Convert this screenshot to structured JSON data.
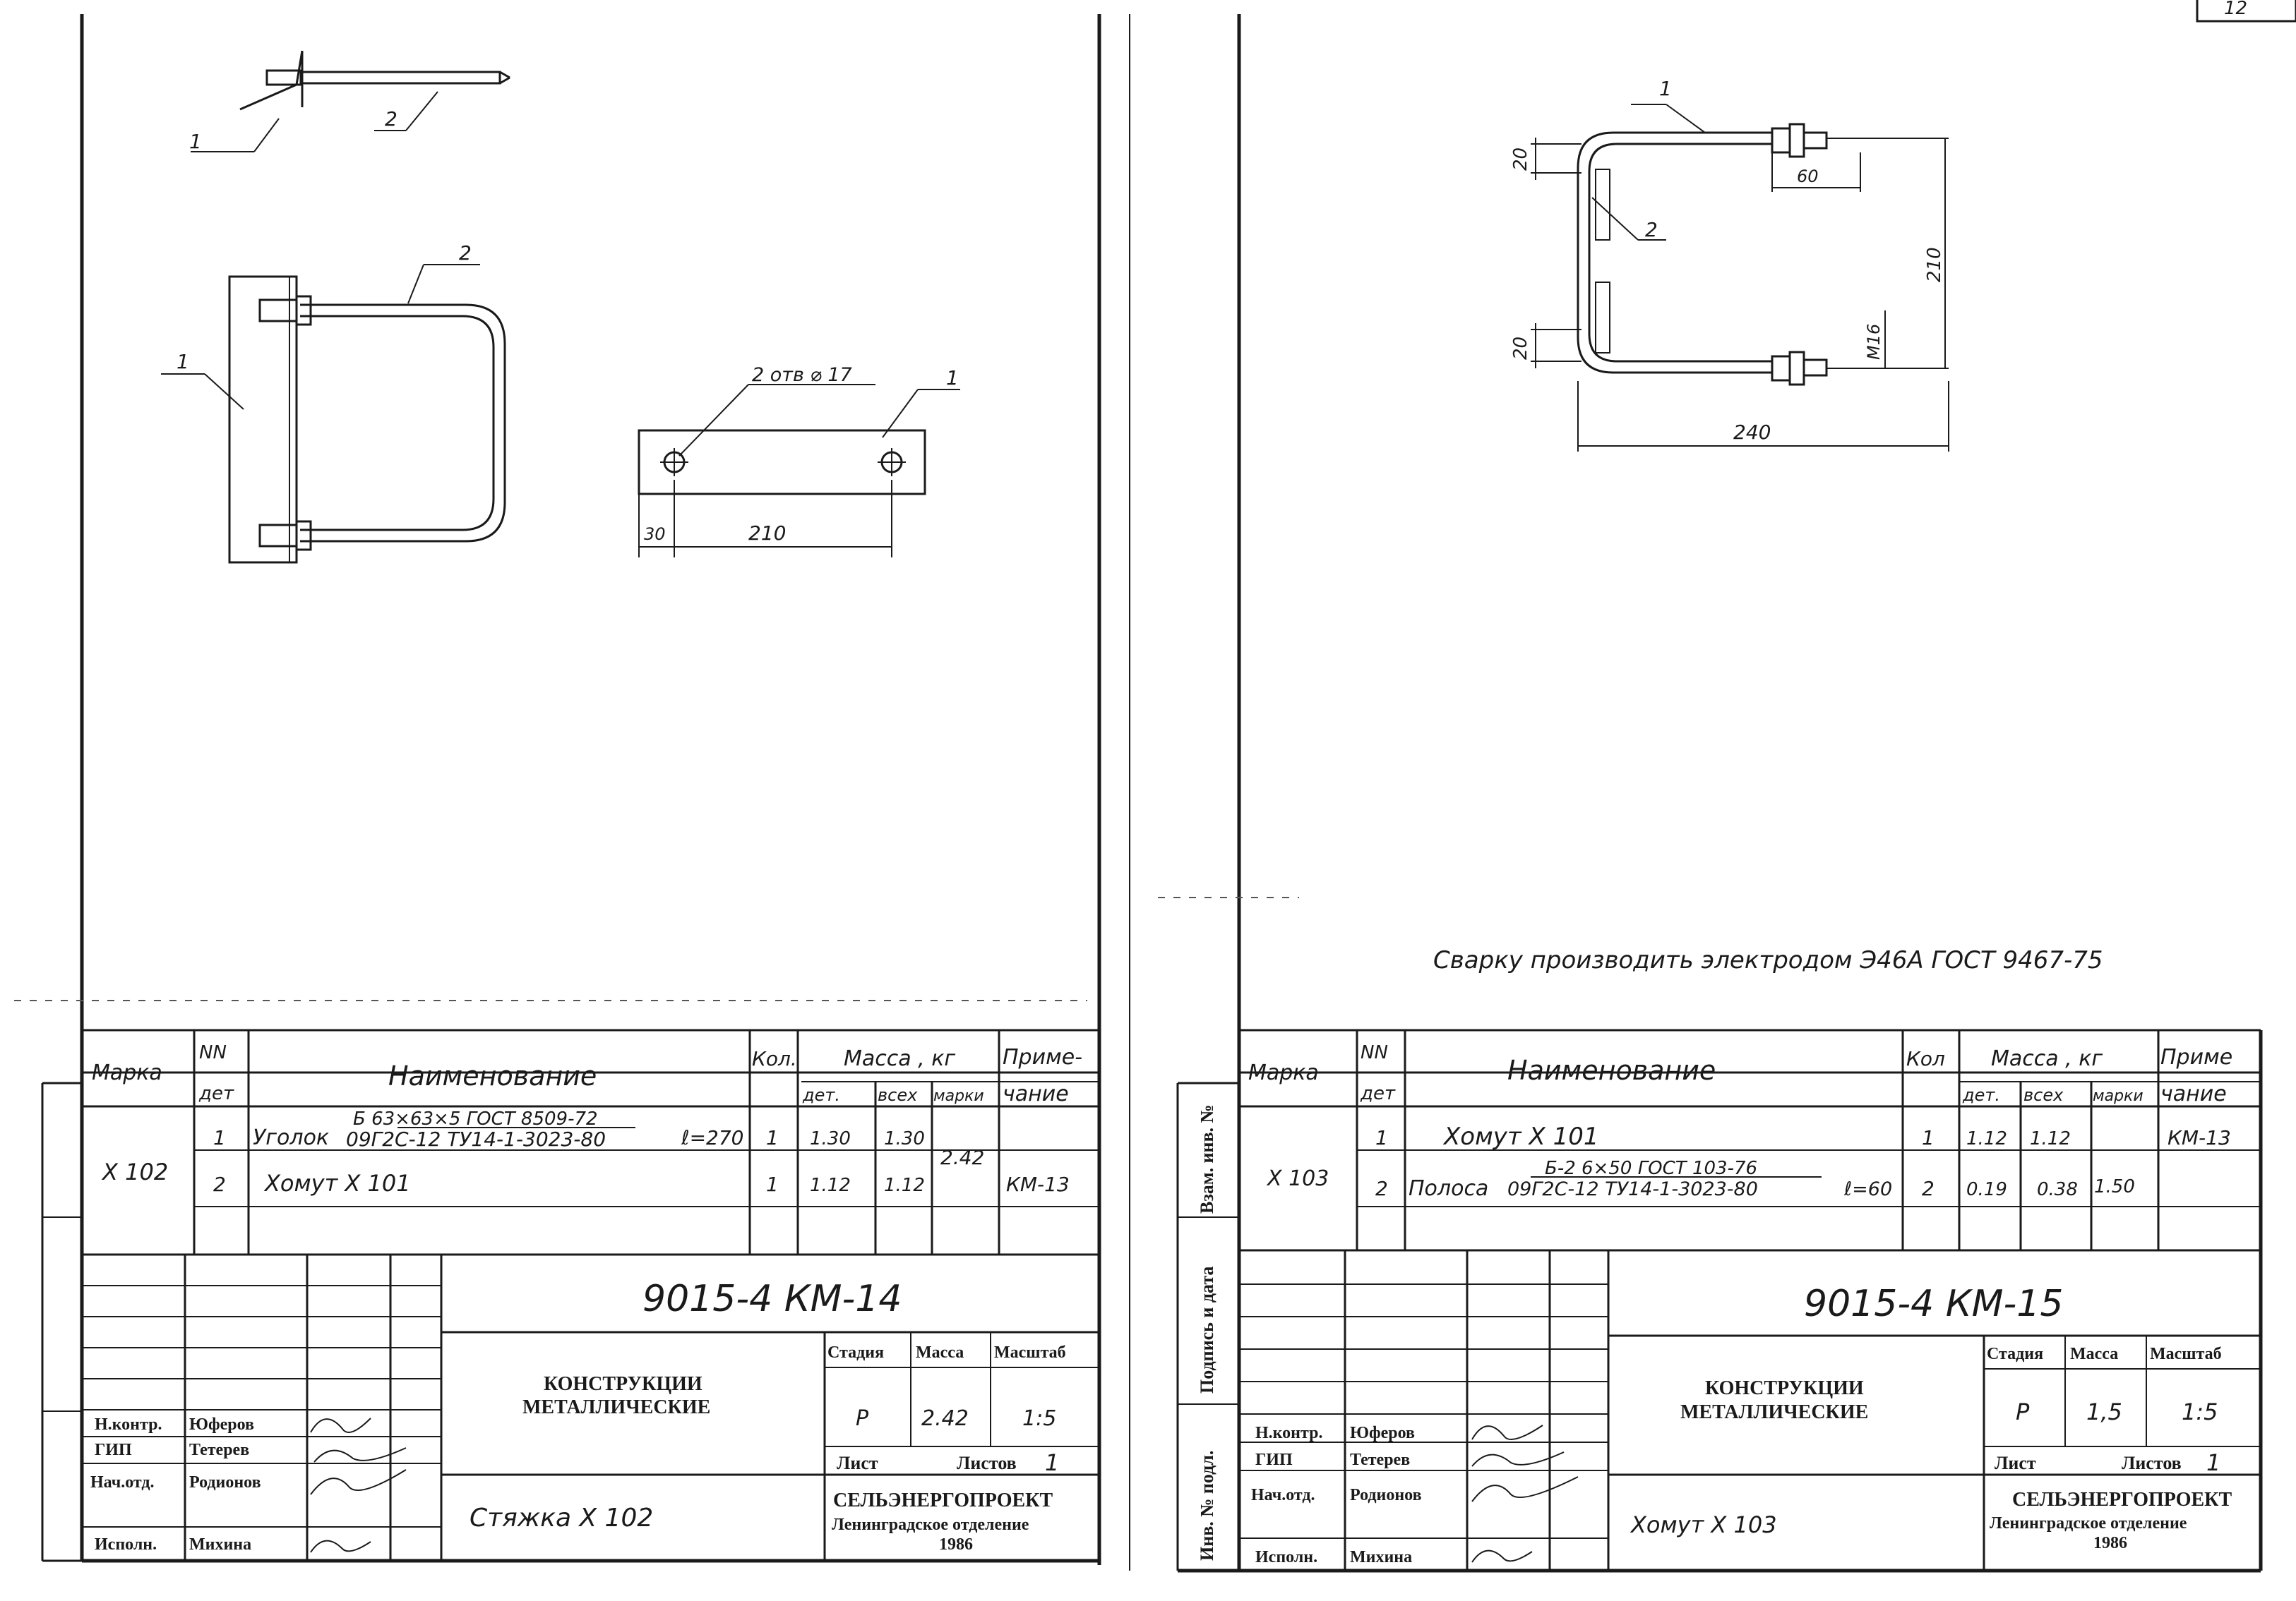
{
  "page_corner": {
    "number": "12"
  },
  "left_sheet": {
    "fig_top": {
      "callout_1": "1",
      "callout_2": "2"
    },
    "fig_front": {
      "callout_1": "1",
      "callout_2": "2"
    },
    "fig_plate": {
      "holes": "2 отв ⌀ 17",
      "callout_1": "1",
      "dim_30": "30",
      "dim_210": "210"
    },
    "spec": {
      "headers": {
        "marka": "Марка",
        "nn": "NN",
        "det_label": "дет",
        "name": "Наименование",
        "qty": "Кол.",
        "mass": "Масса , кг",
        "mass_det": "дет.",
        "mass_all": "всех",
        "mass_mark": "марки",
        "note1": "Приме-",
        "note2": "чание"
      },
      "mark": "Х 102",
      "mark_mass": "2.42",
      "rows": [
        {
          "nn": "1",
          "name_pre": "Уголок",
          "name_top": "Б 63×63×5  ГОСТ 8509-72",
          "name_bottom": "09Г2С-12  ТУ14-1-3023-80",
          "name_suffix": "ℓ=270",
          "qty": "1",
          "m_det": "1.30",
          "m_all": "1.30",
          "note": ""
        },
        {
          "nn": "2",
          "name": "Хомут  Х 101",
          "qty": "1",
          "m_det": "1.12",
          "m_all": "1.12",
          "note": "КМ-13"
        }
      ]
    },
    "title": {
      "code": "9015-4 КМ-14",
      "header": {
        "stage": "Стадия",
        "mass": "Масса",
        "scale": "Масштаб"
      },
      "stage": "Р",
      "mass": "2.42",
      "scale": "1:5",
      "sheet": "Лист",
      "sheets": "Листов",
      "sheets_count": "1",
      "construction1": "КОНСТРУКЦИИ",
      "construction2": "МЕТАЛЛИЧЕСКИЕ",
      "name": "Стяжка  Х 102",
      "org1": "СЕЛЬЭНЕРГОПРОЕКТ",
      "org2": "Ленинградское отделение",
      "year": "1986",
      "staff": [
        {
          "role": "Н.контр.",
          "name": "Юферов"
        },
        {
          "role": "ГИП",
          "name": "Тетерев"
        },
        {
          "role": "Нач.отд.",
          "name": "Родионов"
        },
        {
          "role": "Исполн.",
          "name": "Михина"
        }
      ]
    }
  },
  "right_sheet": {
    "fig_clamp": {
      "callout_1": "1",
      "callout_2": "2",
      "dim_20a": "20",
      "dim_60": "60",
      "dim_210": "210",
      "dim_20b": "20",
      "dim_m16": "М16",
      "dim_240": "240"
    },
    "note": "Сварку производить электродом Э46А ГОСТ 9467-75",
    "stamp_side": [
      "Инв. № подл.",
      "Подпись и дата",
      "Взам. инв. №"
    ],
    "spec": {
      "headers": {
        "marka": "Марка",
        "nn": "NN",
        "det_label": "дет",
        "name": "Наименование",
        "qty": "Кол",
        "mass": "Масса , кг",
        "mass_det": "дет.",
        "mass_all": "всех",
        "mass_mark": "марки",
        "note1": "Приме",
        "note2": "чание"
      },
      "mark": "Х 103",
      "mark_mass": "1.50",
      "rows": [
        {
          "nn": "1",
          "name": "Хомут  Х 101",
          "qty": "1",
          "m_det": "1.12",
          "m_all": "1.12",
          "note": "КМ-13"
        },
        {
          "nn": "2",
          "name_pre": "Полоса",
          "name_top": "Б-2   6×50  ГОСТ 103-76",
          "name_bottom": "09Г2С-12  ТУ14-1-3023-80",
          "name_suffix": "ℓ=60",
          "qty": "2",
          "m_det": "0.19",
          "m_all": "0.38",
          "note": ""
        }
      ]
    },
    "title": {
      "code": "9015-4 КМ-15",
      "header": {
        "stage": "Стадия",
        "mass": "Масса",
        "scale": "Масштаб"
      },
      "stage": "Р",
      "mass": "1,5",
      "scale": "1:5",
      "sheet": "Лист",
      "sheets": "Листов",
      "sheets_count": "1",
      "construction1": "КОНСТРУКЦИИ",
      "construction2": "МЕТАЛЛИЧЕСКИЕ",
      "name": "Хомут  Х 103",
      "org1": "СЕЛЬЭНЕРГОПРОЕКТ",
      "org2": "Ленинградское отделение",
      "year": "1986",
      "staff": [
        {
          "role": "Н.контр.",
          "name": "Юферов"
        },
        {
          "role": "ГИП",
          "name": "Тетерев"
        },
        {
          "role": "Нач.отд.",
          "name": "Родионов"
        },
        {
          "role": "Исполн.",
          "name": "Михина"
        }
      ]
    }
  }
}
